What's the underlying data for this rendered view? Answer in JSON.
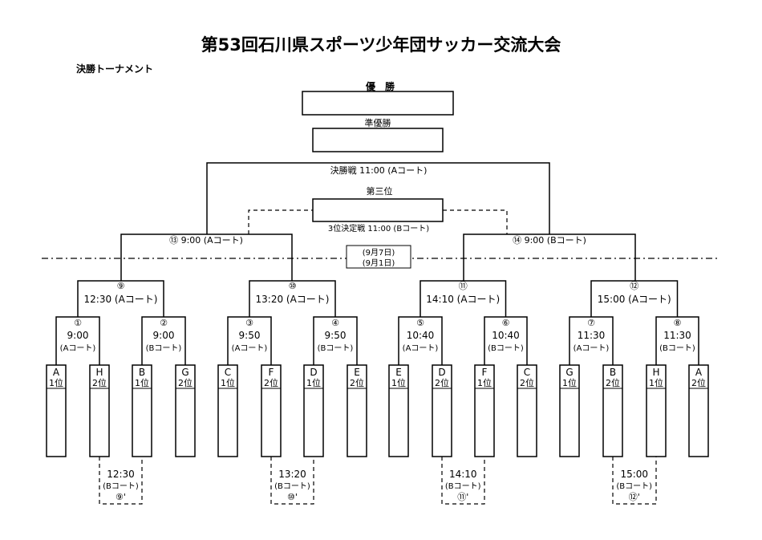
{
  "title": "第53回石川県スポーツ少年団サッカー交流大会",
  "subtitle": "決勝トーナメント",
  "champion_label": "優　勝",
  "runner_up_label": "準優勝",
  "final": {
    "label": "決勝戦 11:00 (Aコート)"
  },
  "third_place": {
    "label": "第三位",
    "match": "3位決定戦 11:00 (Bコート)"
  },
  "dates": [
    "(9月7日)",
    "(9月1日)"
  ],
  "semis": [
    {
      "label": "⑬ 9:00 (Aコート)"
    },
    {
      "label": "⑭ 9:00 (Bコート)"
    }
  ],
  "quarters": [
    {
      "num": "⑨",
      "time": "12:30 (Aコート)"
    },
    {
      "num": "⑩",
      "time": "13:20 (Aコート)"
    },
    {
      "num": "⑪",
      "time": "14:10 (Aコート)"
    },
    {
      "num": "⑫",
      "time": "15:00 (Aコート)"
    }
  ],
  "round1": [
    {
      "num": "①",
      "time": "9:00",
      "court": "(Aコート)"
    },
    {
      "num": "②",
      "time": "9:00",
      "court": "(Bコート)"
    },
    {
      "num": "③",
      "time": "9:50",
      "court": "(Aコート)"
    },
    {
      "num": "④",
      "time": "9:50",
      "court": "(Bコート)"
    },
    {
      "num": "⑤",
      "time": "10:40",
      "court": "(Aコート)"
    },
    {
      "num": "⑥",
      "time": "10:40",
      "court": "(Bコート)"
    },
    {
      "num": "⑦",
      "time": "11:30",
      "court": "(Aコート)"
    },
    {
      "num": "⑧",
      "time": "11:30",
      "court": "(Bコート)"
    }
  ],
  "teams": [
    {
      "group": "A",
      "rank": "1位"
    },
    {
      "group": "H",
      "rank": "2位"
    },
    {
      "group": "B",
      "rank": "1位"
    },
    {
      "group": "G",
      "rank": "2位"
    },
    {
      "group": "C",
      "rank": "1位"
    },
    {
      "group": "F",
      "rank": "2位"
    },
    {
      "group": "D",
      "rank": "1位"
    },
    {
      "group": "E",
      "rank": "2位"
    },
    {
      "group": "E",
      "rank": "1位"
    },
    {
      "group": "D",
      "rank": "2位"
    },
    {
      "group": "F",
      "rank": "1位"
    },
    {
      "group": "C",
      "rank": "2位"
    },
    {
      "group": "G",
      "rank": "1位"
    },
    {
      "group": "B",
      "rank": "2位"
    },
    {
      "group": "H",
      "rank": "1位"
    },
    {
      "group": "A",
      "rank": "2位"
    }
  ],
  "consolation": [
    {
      "time": "12:30",
      "court": "(Bコート)",
      "num": "⑨'"
    },
    {
      "time": "13:20",
      "court": "(Bコート)",
      "num": "⑩'"
    },
    {
      "time": "14:10",
      "court": "(Bコート)",
      "num": "⑪'"
    },
    {
      "time": "15:00",
      "court": "(Bコート)",
      "num": "⑫'"
    }
  ]
}
